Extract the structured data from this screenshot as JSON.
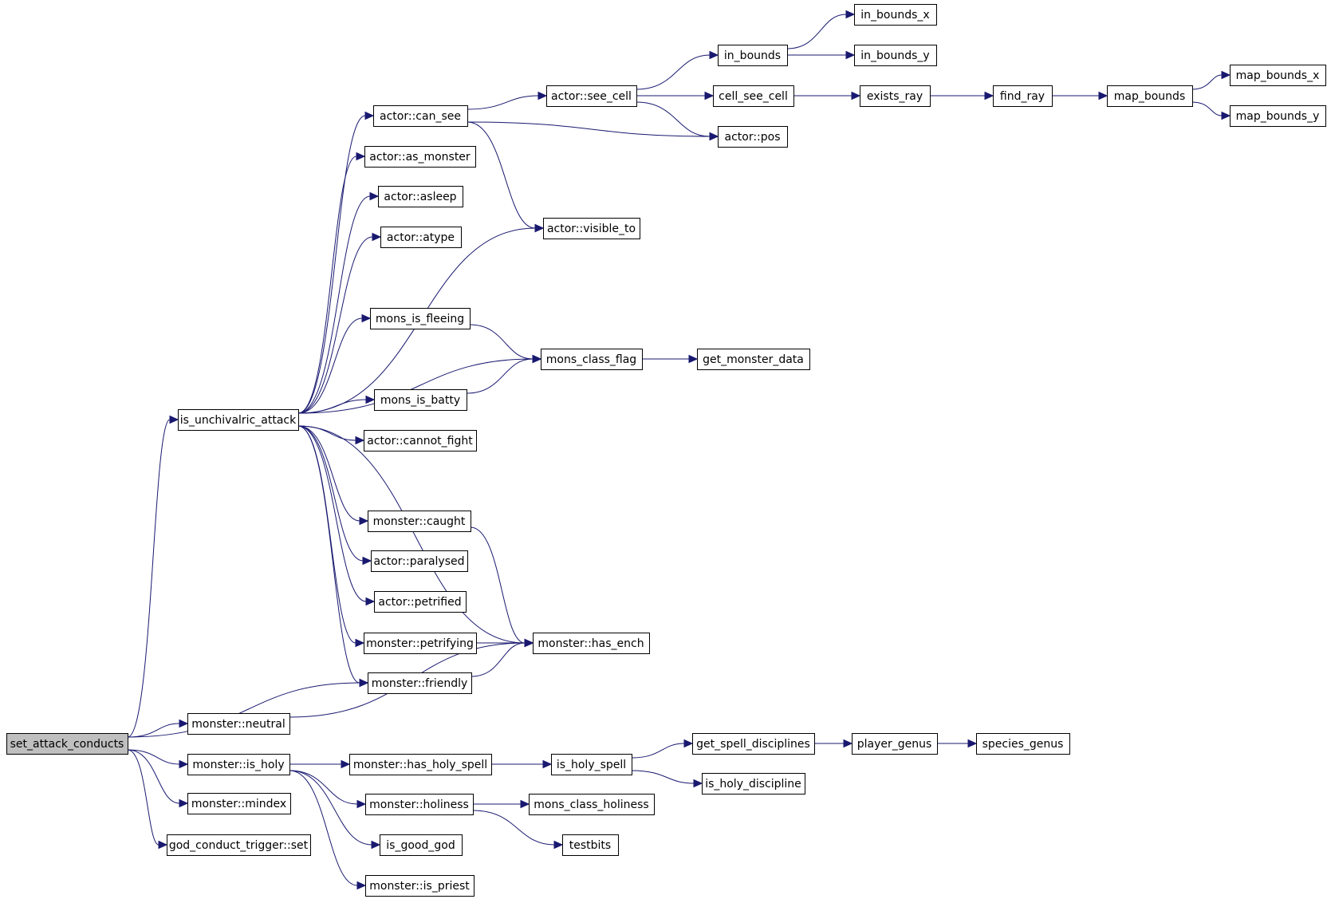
{
  "nodes": {
    "set_attack_conducts": "set_attack_conducts",
    "is_unchivalric_attack": "is_unchivalric_attack",
    "monster_friendly": "monster::friendly",
    "monster_neutral": "monster::neutral",
    "monster_is_holy": "monster::is_holy",
    "monster_mindex": "monster::mindex",
    "god_conduct_trigger_set": "god_conduct_trigger::set",
    "actor_can_see": "actor::can_see",
    "actor_as_monster": "actor::as_monster",
    "actor_asleep": "actor::asleep",
    "actor_atype": "actor::atype",
    "mons_is_fleeing": "mons_is_fleeing",
    "mons_is_batty": "mons_is_batty",
    "actor_cannot_fight": "actor::cannot_fight",
    "monster_caught": "monster::caught",
    "actor_paralysed": "actor::paralysed",
    "actor_petrified": "actor::petrified",
    "monster_petrifying": "monster::petrifying",
    "monster_has_holy_spell": "monster::has_holy_spell",
    "monster_holiness": "monster::holiness",
    "is_good_god": "is_good_god",
    "monster_is_priest": "monster::is_priest",
    "actor_see_cell": "actor::see_cell",
    "actor_visible_to": "actor::visible_to",
    "mons_class_flag": "mons_class_flag",
    "monster_has_ench": "monster::has_ench",
    "is_holy_spell": "is_holy_spell",
    "mons_class_holiness": "mons_class_holiness",
    "testbits": "testbits",
    "in_bounds": "in_bounds",
    "cell_see_cell": "cell_see_cell",
    "actor_pos": "actor::pos",
    "get_monster_data": "get_monster_data",
    "get_spell_disciplines": "get_spell_disciplines",
    "is_holy_discipline": "is_holy_discipline",
    "in_bounds_x": "in_bounds_x",
    "in_bounds_y": "in_bounds_y",
    "exists_ray": "exists_ray",
    "player_genus": "player_genus",
    "find_ray": "find_ray",
    "species_genus": "species_genus",
    "map_bounds": "map_bounds",
    "map_bounds_x": "map_bounds_x",
    "map_bounds_y": "map_bounds_y"
  },
  "colors": {
    "edge": "#191970",
    "root_fill": "#bfbfbf",
    "node_fill": "#ffffff"
  }
}
